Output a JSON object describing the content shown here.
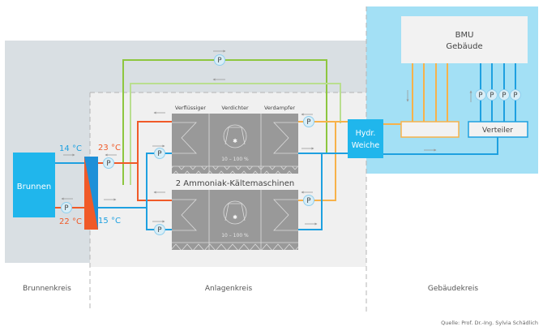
{
  "colors": {
    "brunnen_bg": "#d9dfe3",
    "anlagen_bg": "#f0f0f0",
    "gebaeude_bg": "#a3e0f5",
    "blue": "#1ea0e0",
    "brunnen_fill": "#20b6ec",
    "red": "#f05a28",
    "orange": "#f7b24a",
    "green": "#8dc63f",
    "light_green": "#b9de8f",
    "machine": "#999999",
    "box_fill": "#f2f2f2",
    "text_dark": "#444444",
    "pump_fill": "#d9eef7",
    "pump_stroke": "#8fcfee"
  },
  "brunnen": {
    "label": "Brunnen"
  },
  "temperatures": {
    "well_supply": "14 °C",
    "well_return": "22 °C",
    "plant_hot": "23 °C",
    "plant_cold": "15 °C"
  },
  "machine": {
    "column_headers": [
      "Verflüssiger",
      "Verdichter",
      "Verdampfer"
    ],
    "group_label": "2 Ammoniak-Kältemaschinen",
    "compressor_range": "10 – 100 %"
  },
  "hydraulic_separator": {
    "line1": "Hydr.",
    "line2": "Weiche"
  },
  "building": {
    "line1": "BMU",
    "line2": "Gebäude"
  },
  "distributor": {
    "label": "Verteiler"
  },
  "pump_symbol": "P",
  "circuits": [
    "Brunnenkreis",
    "Anlagenkreis",
    "Gebäudekreis"
  ],
  "source": "Quelle: Prof. Dr.-Ing. Sylvia Schädlich"
}
